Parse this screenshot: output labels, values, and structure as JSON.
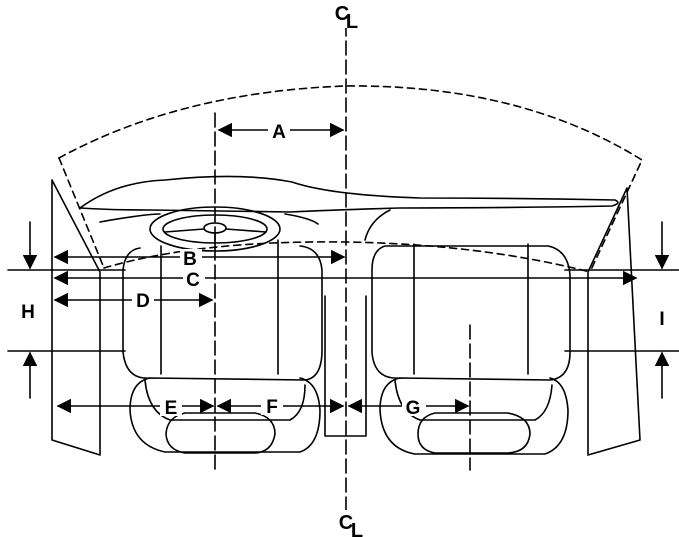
{
  "diagram": {
    "centerline_top": "C",
    "centerline_top_sub": "L",
    "centerline_bottom": "C",
    "centerline_bottom_sub": "L",
    "labels": {
      "A": "A",
      "B": "B",
      "C": "C",
      "D": "D",
      "E": "E",
      "F": "F",
      "G": "G",
      "H": "H",
      "I": "I"
    },
    "colors": {
      "line": "#000000",
      "background": "#ffffff"
    }
  }
}
